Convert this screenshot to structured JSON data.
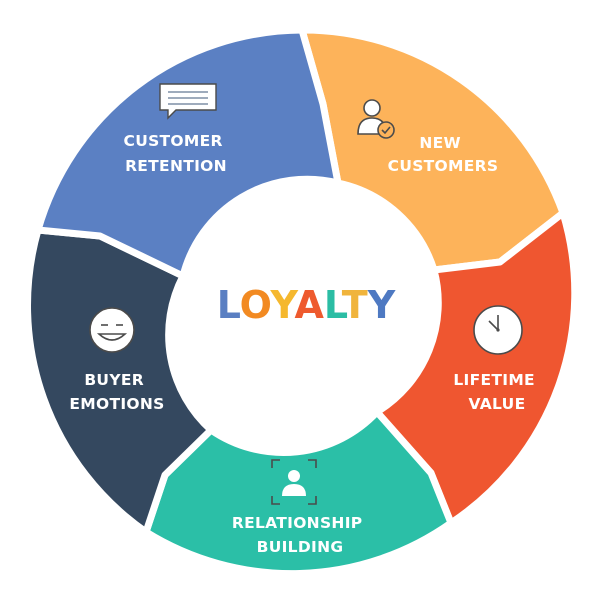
{
  "center": {
    "title": "LOYALTY",
    "letter_colors": [
      "#5a7fc2",
      "#f28a22",
      "#f5b82e",
      "#ee5a2e",
      "#2bbda4",
      "#f0b43c",
      "#4e79c2"
    ]
  },
  "segments": [
    {
      "label_lines": [
        "NEW",
        "CUSTOMERS"
      ],
      "color": "#fdb35a",
      "icon": "new-customer-check-icon"
    },
    {
      "label_lines": [
        "LIFETIME",
        "VALUE"
      ],
      "color": "#ef5630",
      "icon": "clock-icon"
    },
    {
      "label_lines": [
        "RELATIONSHIP",
        "BUILDING"
      ],
      "color": "#2bbfa7",
      "icon": "person-focus-icon"
    },
    {
      "label_lines": [
        "BUYER",
        "EMOTIONS"
      ],
      "color": "#34485f",
      "icon": "smiley-face-icon"
    },
    {
      "label_lines": [
        "CUSTOMER",
        "RETENTION"
      ],
      "color": "#5b80c3",
      "icon": "chat-bubble-icon"
    }
  ]
}
